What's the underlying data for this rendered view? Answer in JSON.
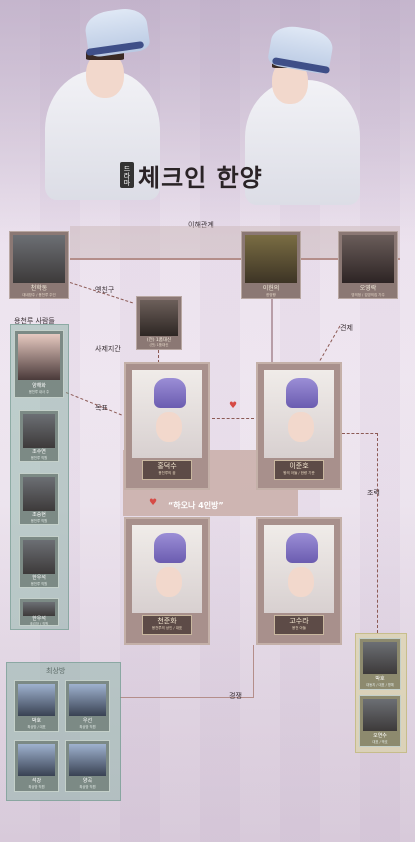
{
  "title": {
    "badge": "드라마",
    "text": "체크인 한양"
  },
  "relations": {
    "top_label": "이해관계",
    "old_friend": "옛친구",
    "mentor": "사제지간",
    "target": "목표",
    "restrain": "견제",
    "cooperate": "조력",
    "compete": "경쟁",
    "center": "“하오나 4인방”"
  },
  "yongcheonru_label": "용천루 사람들",
  "choisang_label": "최상방",
  "top_cards": [
    {
      "name": "천학동",
      "sub": "대내방주 / 용천루 주인"
    },
    {
      "name": "이헌의",
      "sub": "한양왕"
    },
    {
      "name": "오영락",
      "sub": "영의정 / 김영의집 가주"
    }
  ],
  "mid_card": {
    "name": "(전) 1품대신",
    "sub": "(전) 1품대신"
  },
  "yong_cards": [
    {
      "name": "양해화",
      "sub": "용천루 내사 주"
    },
    {
      "name": "조수연",
      "sub": "용천루 직원"
    },
    {
      "name": "조승현",
      "sub": "용천루 직원"
    },
    {
      "name": "한우석",
      "sub": "용천루 직원"
    },
    {
      "name": "한우석",
      "sub": "조리장 / 직원"
    }
  ],
  "main_cards": [
    {
      "name": "홍덕수",
      "sub": "용천루의 꿈"
    },
    {
      "name": "이준호",
      "sub": "왕의 아들 / 한량 기준"
    },
    {
      "name": "천준화",
      "sub": "용천루의 상인 / 대표"
    },
    {
      "name": "고수라",
      "sub": "용천 아들"
    }
  ],
  "choisang_cards": [
    {
      "name": "박호",
      "sub": "최상방 / 대표"
    },
    {
      "name": "우선",
      "sub": "최상방 직원"
    },
    {
      "name": "석강",
      "sub": "최상방 직원"
    },
    {
      "name": "양곡",
      "sub": "최상방 직원"
    }
  ],
  "right_cards": [
    {
      "name": "박호",
      "sub": "대동지 / 대표 / 명예"
    },
    {
      "name": "오연수",
      "sub": "대표 / 박호"
    }
  ]
}
